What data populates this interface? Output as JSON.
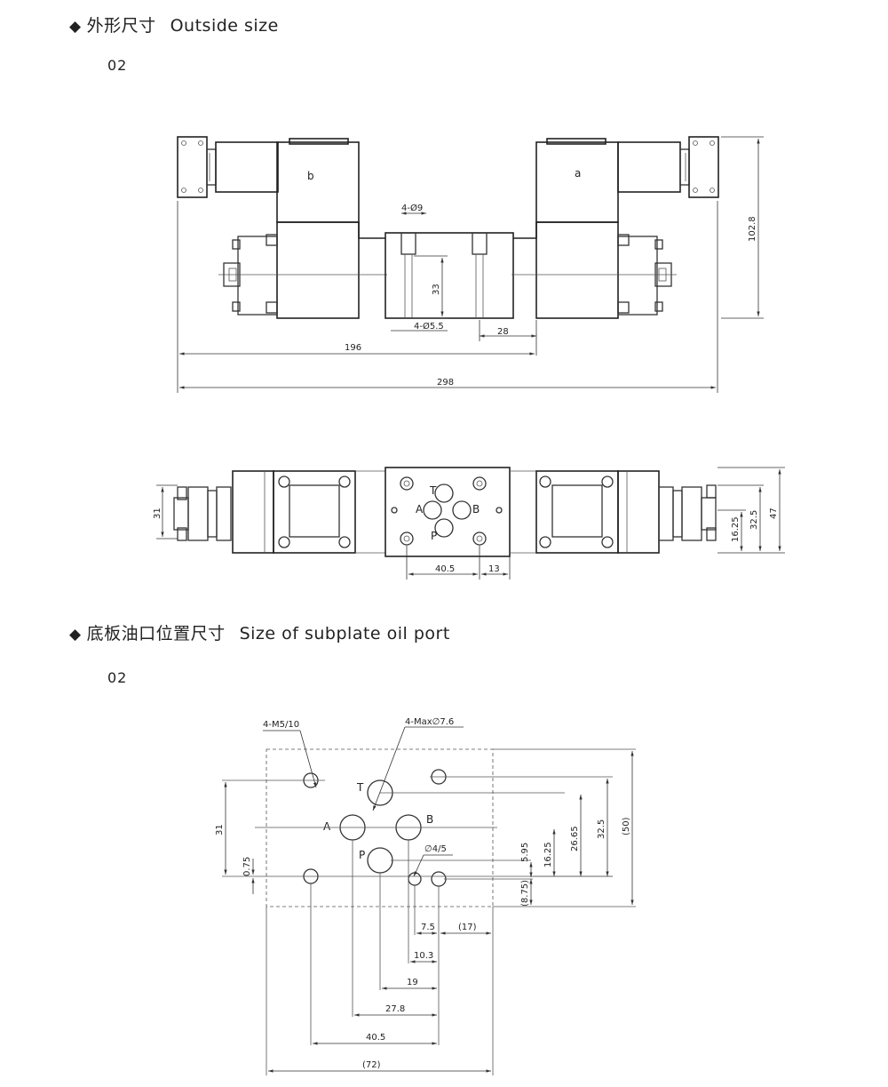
{
  "sections": [
    {
      "title_cn": "外形尺寸",
      "title_en": "Outside size",
      "model": "02"
    },
    {
      "title_cn": "底板油口位置尺寸",
      "title_en": "Size of subplate oil port",
      "model": "02"
    }
  ],
  "bullet": "◆",
  "front_view": {
    "solenoid_left": "b",
    "solenoid_right": "a",
    "dims": {
      "height": "102.8",
      "hole_top": "4-Ø9",
      "hole_bottom": "4-Ø5.5",
      "body_h": "33",
      "offset": "28",
      "half_len": "196",
      "total_len": "298"
    }
  },
  "top_view": {
    "ports": {
      "t": "T",
      "a": "A",
      "b": "B",
      "p": "P"
    },
    "dims": {
      "width": "31",
      "d1": "16.25",
      "d2": "32.5",
      "d3": "47",
      "d4": "40.5",
      "d5": "13"
    }
  },
  "subplate": {
    "ports": {
      "t": "T",
      "a": "A",
      "b": "B",
      "p": "P"
    },
    "labels": {
      "screw": "4-M5/10",
      "port_dia": "4-Max∅7.6",
      "pin": "∅4/5"
    },
    "dims": {
      "v31": "31",
      "v075": "0.75",
      "v595": "5.95",
      "v1625": "16.25",
      "v2665": "26.65",
      "v325": "32.5",
      "v50": "(50)",
      "v875": "(8.75)",
      "h75": "7.5",
      "h17": "(17)",
      "h103": "10.3",
      "h19": "19",
      "h278": "27.8",
      "h405": "40.5",
      "h72": "(72)"
    }
  }
}
